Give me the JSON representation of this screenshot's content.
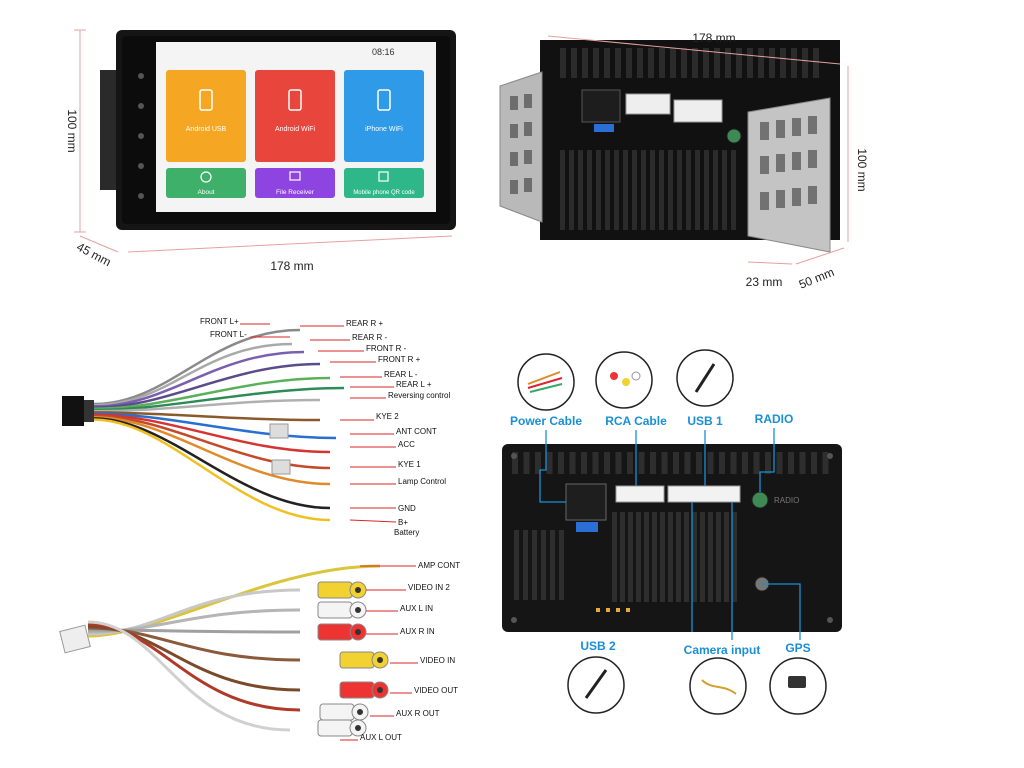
{
  "dimensions": {
    "front_height": "100 mm",
    "front_width": "178 mm",
    "front_depth": "45 mm",
    "back_width": "178 mm",
    "back_height": "100 mm",
    "back_depth1": "23 mm",
    "back_depth2": "50 mm"
  },
  "screen": {
    "time": "08:16",
    "tiles": [
      {
        "label": "Android USB",
        "color": "#f5a623"
      },
      {
        "label": "Android WiFi",
        "color": "#e8453c"
      },
      {
        "label": "iPhone WiFi",
        "color": "#2f9ae8"
      },
      {
        "label": "About",
        "color": "#3fb06a"
      },
      {
        "label": "File Receiver",
        "color": "#8e44e0"
      },
      {
        "label": "Mobile phone QR code",
        "color": "#2eb88a"
      }
    ]
  },
  "harness_labels": {
    "front_l_plus": "FRONT L+",
    "front_l_minus": "FRONT L-",
    "rear_r_plus": "REAR R +",
    "rear_r_minus": "REAR R -",
    "front_r_minus": "FRONT R -",
    "front_r_plus": "FRONT R +",
    "rear_l_minus": "REAR L -",
    "rear_l_plus": "REAR L +",
    "reversing": "Reversing control",
    "kye2": "KYE 2",
    "ant_cont": "ANT CONT",
    "acc": "ACC",
    "kye1": "KYE 1",
    "lamp": "Lamp Control",
    "gnd": "GND",
    "b_plus": "B+",
    "battery": "Battery"
  },
  "rca_labels": {
    "amp": "AMP CONT",
    "video_in2": "VIDEO IN 2",
    "aux_l_in": "AUX L IN",
    "aux_r_in": "AUX R IN",
    "video_in": "VIDEO IN",
    "video_out": "VIDEO OUT",
    "aux_r_out": "AUX R OUT",
    "aux_l_out": "AUX L OUT"
  },
  "ports": {
    "power_cable": "Power Cable",
    "rca_cable": "RCA Cable",
    "usb1": "USB 1",
    "radio": "RADIO",
    "usb2": "USB 2",
    "camera": "Camera input",
    "gps": "GPS",
    "radio_embossed": "RADIO"
  },
  "colors": {
    "callout_blue": "#1a8fd6",
    "label_red": "#d9262b",
    "dimension_line": "#e6a0a0"
  }
}
